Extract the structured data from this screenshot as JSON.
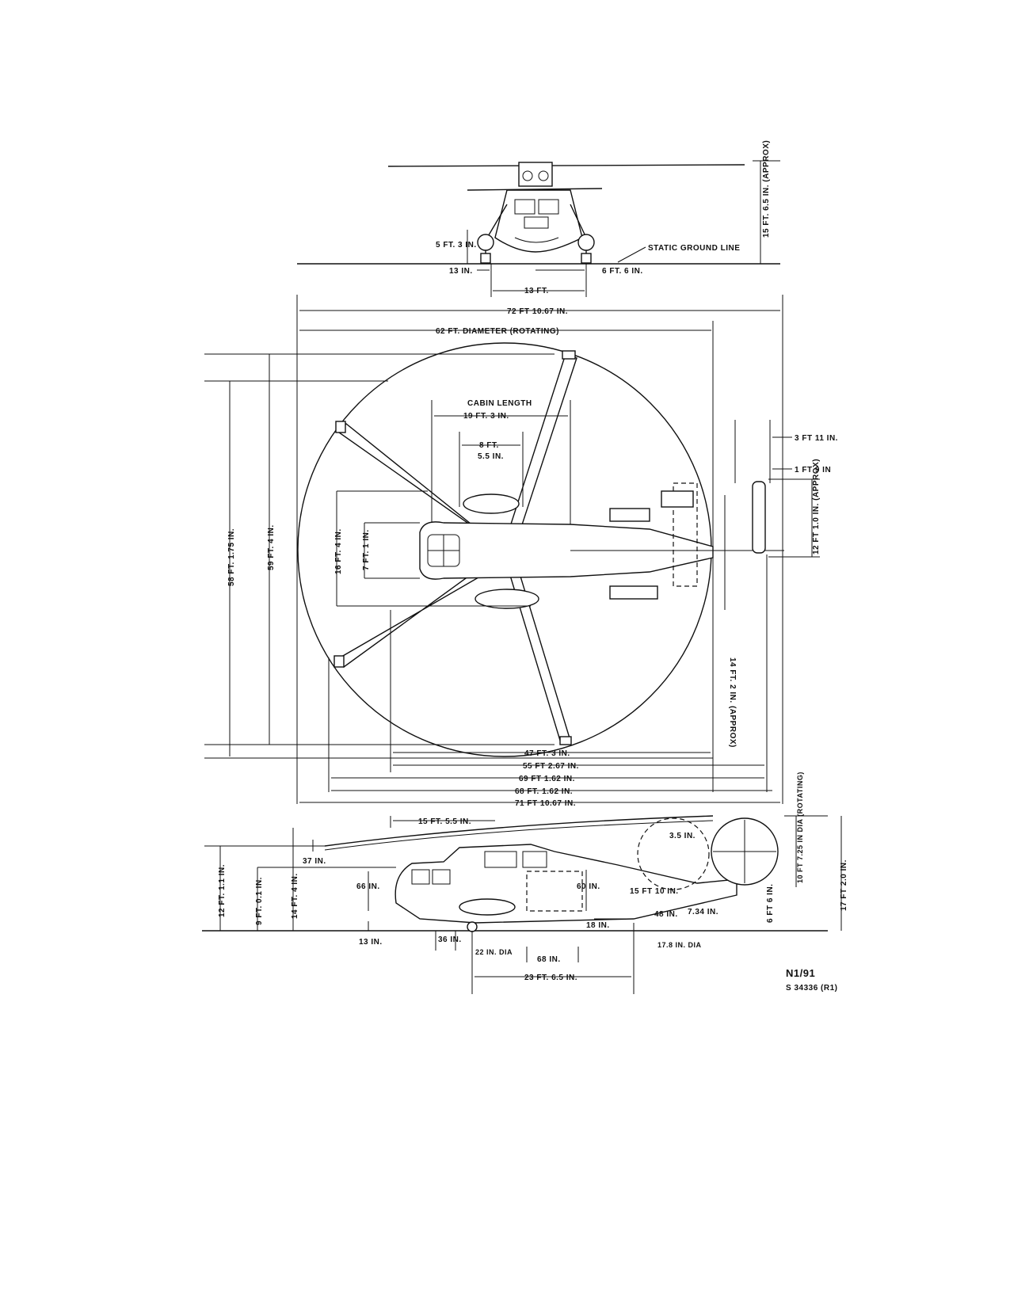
{
  "front_view": {
    "labels": {
      "height_overall": "15 FT. 6.5 IN. (APPROX)",
      "hub_height": "5 FT. 3 IN.",
      "static_ground_line": "STATIC GROUND LINE",
      "wheel_width": "13 IN.",
      "gear_offset": "6 FT. 6 IN.",
      "tread": "13 FT."
    }
  },
  "top_view": {
    "labels": {
      "overall_length": "72 FT 10.67 IN.",
      "rotor_diameter": "62 FT. DIAMETER (ROTATING)",
      "cabin_length_title": "CABIN LENGTH",
      "cabin_length": "19 FT. 3 IN.",
      "section_line1": "8 FT.",
      "section_line2": "5.5 IN.",
      "tail_offset_a": "3 FT 11 IN.",
      "tail_offset_b": "1 FT 9 IN",
      "tail_rotor_span": "12 FT 1.0 IN. (APPROX)",
      "stab_span": "14 FT. 2 IN. (APPROX)",
      "width_58": "58 FT. 1.75 IN.",
      "width_59": "59 FT. 4 IN.",
      "width_16": "16 FT. 4 IN.",
      "width_7": "7 FT. 1 IN.",
      "len_47": "47 FT. 3 IN.",
      "len_55": "55 FT 2.67 IN.",
      "len_69": "69 FT 1.62 IN.",
      "len_68": "68 FT. 1.62 IN.",
      "len_71": "71 FT 10.67 IN."
    }
  },
  "side_view": {
    "labels": {
      "hub_position": "15 FT. 5.5 IN.",
      "droop": "37 IN.",
      "height_12": "12 FT. 1.1 IN.",
      "height_9": "9 FT. 0.1 IN.",
      "height_14": "14 FT. 4 IN.",
      "door_66": "66 IN.",
      "door_60": "60 IN.",
      "ground_13": "13 IN.",
      "wheel_36": "36 IN.",
      "wheel_dia_22": "22 IN. DIA",
      "span_68": "68 IN.",
      "wheelbase": "23 FT. 6.5 IN.",
      "tail_18": "18 IN.",
      "tail_wheel_dia": "17.8 IN. DIA",
      "tail_48": "48 IN.",
      "tail_15ft": "15 FT 10 IN.",
      "tail_7_34": "7.34 IN.",
      "tail_3_5": "3.5 IN.",
      "tail_6ft": "6 FT 6 IN.",
      "tail_rotor_dia": "10 FT 7.25 IN DIA (ROTATING)",
      "height_17": "17 FT 2.0 IN."
    }
  },
  "footer": {
    "figure_id": "N1/91",
    "ref_number": "S 34336 (R1)"
  }
}
